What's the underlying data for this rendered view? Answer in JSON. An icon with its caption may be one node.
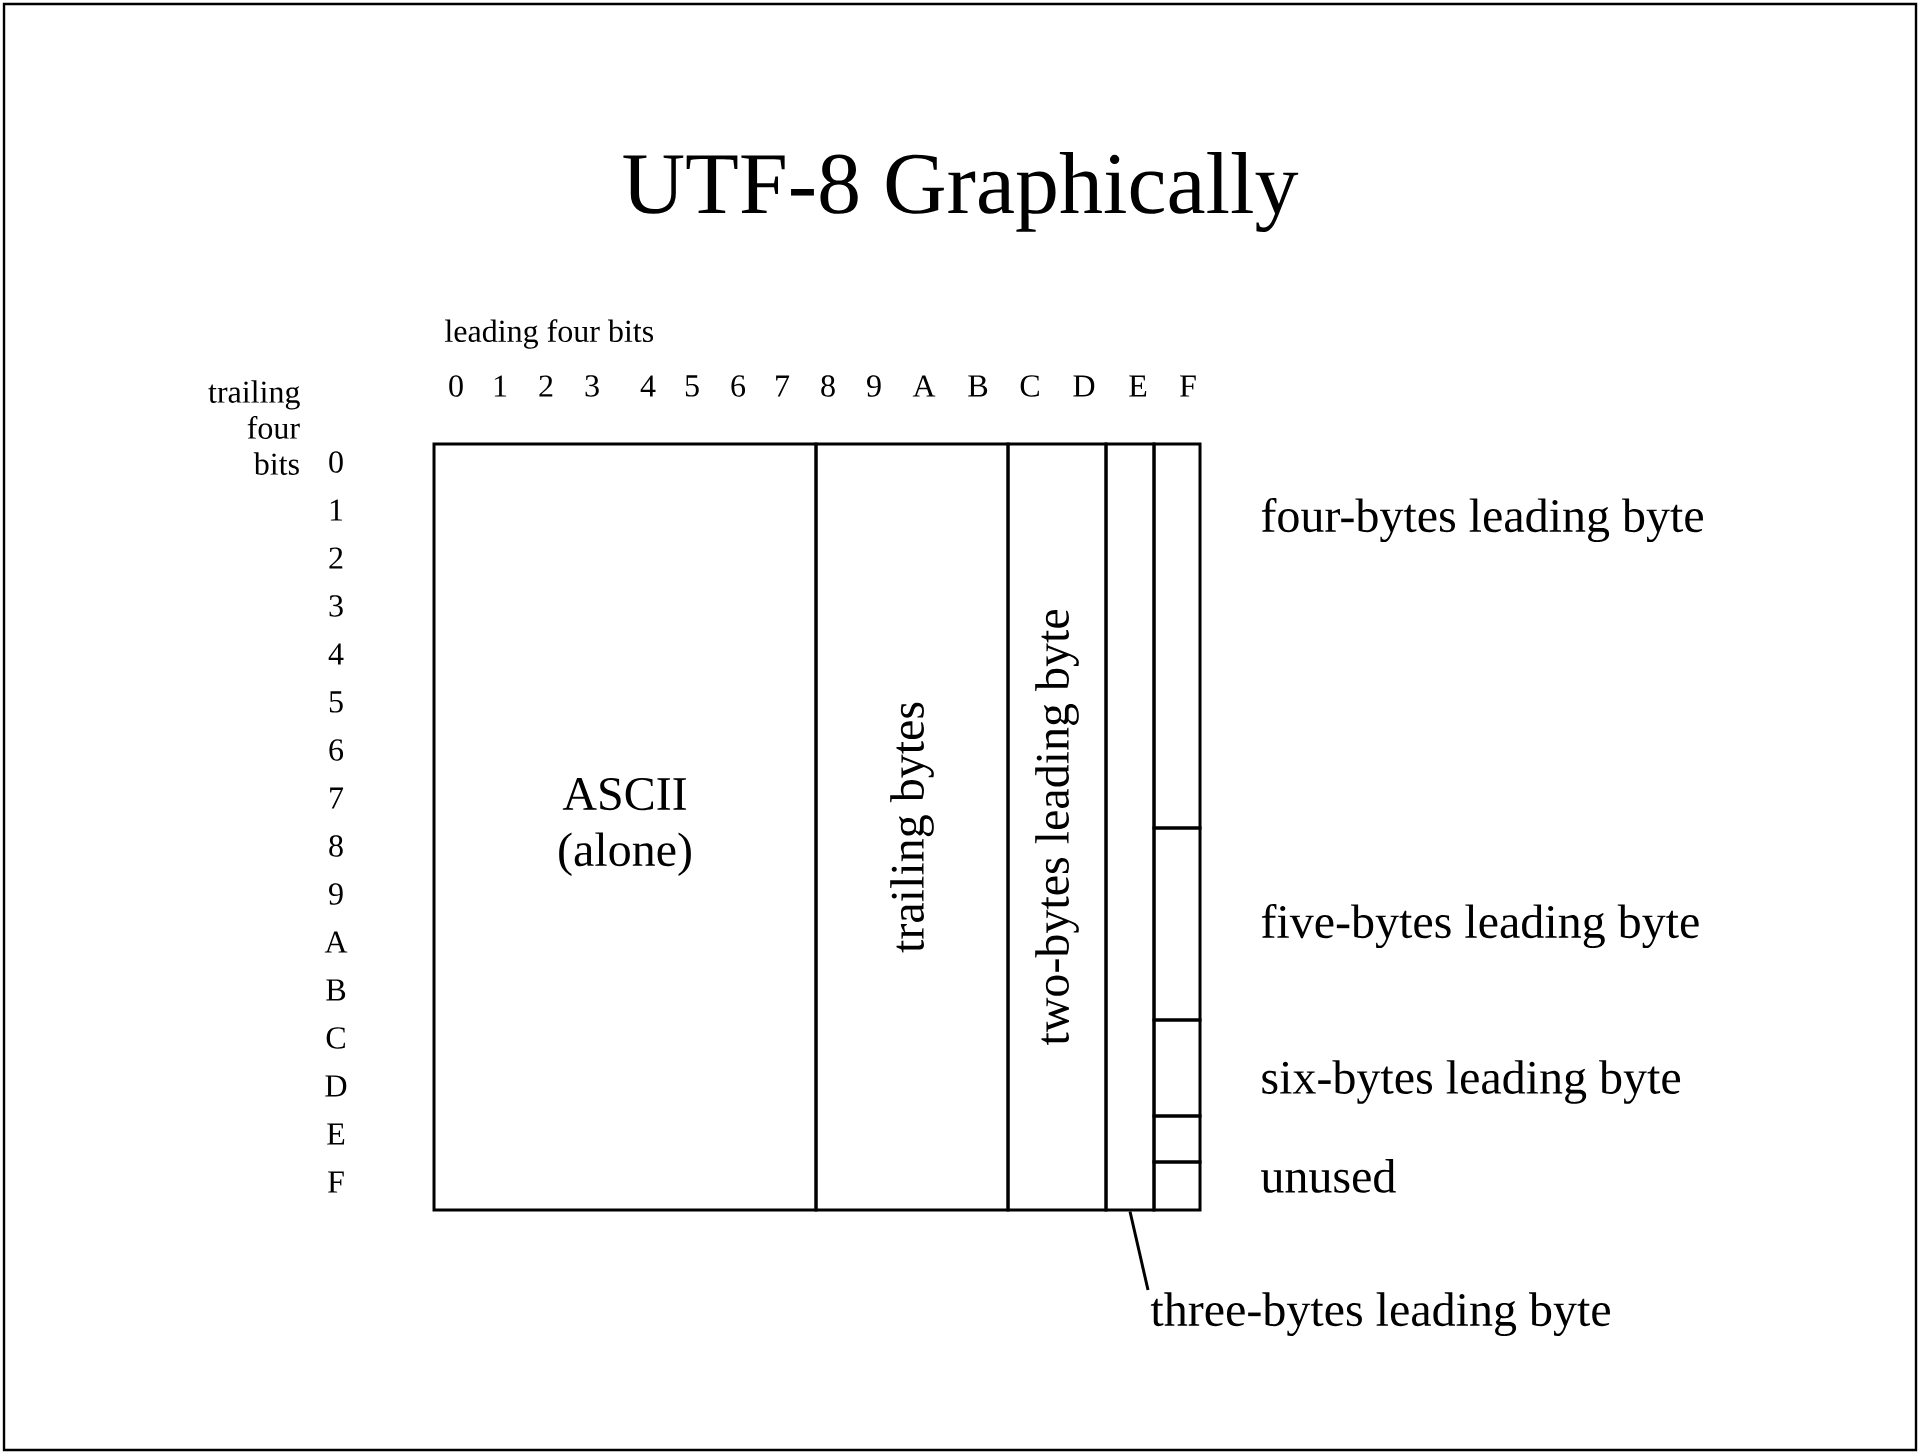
{
  "diagram": {
    "title": "UTF-8 Graphically",
    "nodes": [
      {
        "text": [
          "ASCII (alone)"
        ]
      },
      {
        "text": [
          "trailing bytes"
        ]
      },
      {
        "text": [
          "two-bytes leading byte"
        ]
      },
      {
        "text": [],
        "shape": "box"
      },
      {
        "text": [],
        "shape": "box",
        "beside": [
          "four-bytes leading byte"
        ]
      },
      {
        "text": [],
        "shape": "box",
        "beside": [
          "five-bytes leading byte"
        ]
      },
      {
        "text": [],
        "shape": "box",
        "beside": [
          "six-bytes leading byte"
        ]
      },
      {
        "text": [],
        "shape": "box"
      },
      {
        "text": [],
        "shape": "box",
        "beside": [
          "unused"
        ]
      },
      {
        "text": [
          "three-bytes leading byte"
        ]
      }
    ],
    "edges": [
      {
        "from": 9,
        "to": 3,
        "arrow": "none"
      }
    ],
    "labels": [
      "leading four bits",
      "0",
      "1",
      "2",
      "3",
      "4",
      "5",
      "6",
      "7",
      "8",
      "9",
      "A",
      "B",
      "C",
      "D",
      "E",
      "F",
      "trailing four bits",
      "0",
      "1",
      "2",
      "3",
      "4",
      "5",
      "6",
      "7",
      "8",
      "9",
      "A",
      "B",
      "C",
      "D",
      "E",
      "F"
    ]
  }
}
